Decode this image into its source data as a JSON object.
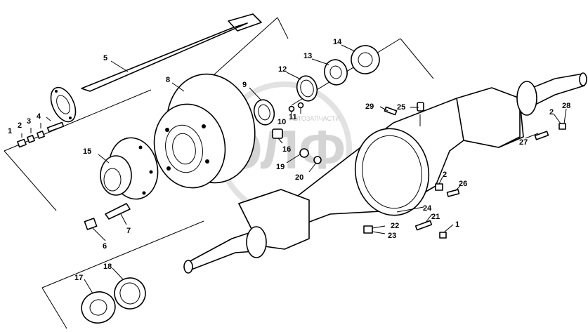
{
  "watermark": {
    "logo_text": "ЭЛФ",
    "caption": "АВТОЗАПЧАСТИ"
  },
  "callouts": {
    "c1a": "1",
    "c2a": "2",
    "c3": "3",
    "c4": "4",
    "c5": "5",
    "c6": "6",
    "c7": "7",
    "c8": "8",
    "c9": "9",
    "c10": "10",
    "c11": "11",
    "c12": "12",
    "c13": "13",
    "c14": "14",
    "c15": "15",
    "c16": "16",
    "c17": "17",
    "c18": "18",
    "c19": "19",
    "c20": "20",
    "c21": "21",
    "c22": "22",
    "c23": "23",
    "c24": "24",
    "c25": "25",
    "c26": "26",
    "c27": "27",
    "c28": "28",
    "c29": "29",
    "c2b": "2",
    "c2c": "2",
    "c1b": "1"
  }
}
